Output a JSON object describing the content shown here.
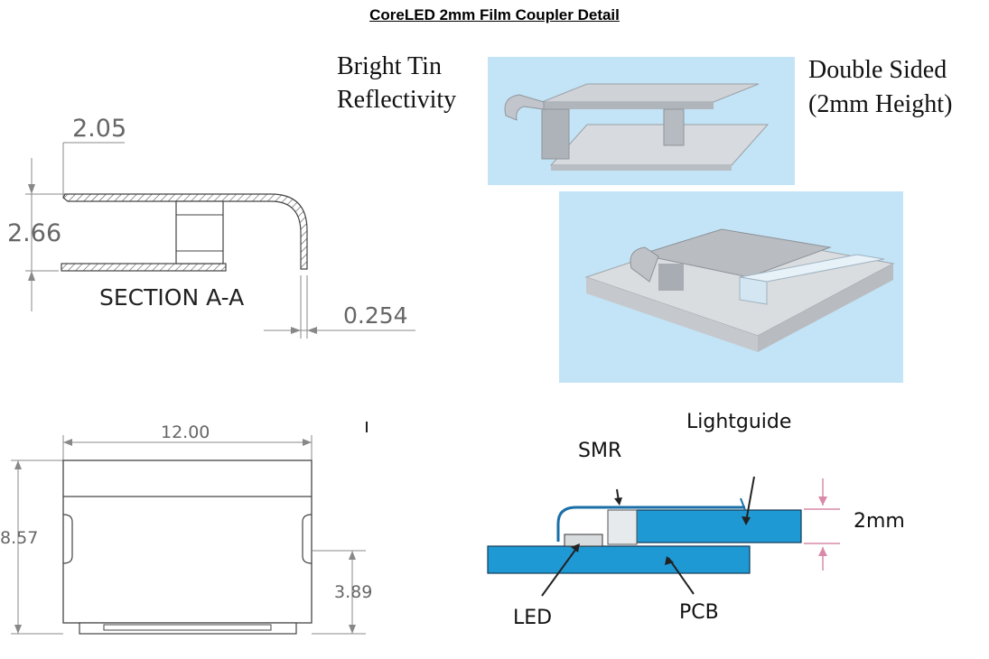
{
  "title": "CoreLED 2mm Film Coupler Detail",
  "section": {
    "label": "SECTION A-A",
    "dim_top": "2.05",
    "dim_height": "2.66",
    "dim_thickness": "0.254"
  },
  "render_top": {
    "label_line1": "Bright Tin",
    "label_line2": "Reflectivity",
    "right_line1": "Double Sided",
    "right_line2": "(2mm Height)"
  },
  "plan_view": {
    "width": "12.00",
    "height": "8.57",
    "slot_offset": "3.89"
  },
  "cross_section": {
    "smr": "SMR",
    "lightguide": "Lightguide",
    "led": "LED",
    "pcb": "PCB",
    "height": "2mm"
  },
  "colors": {
    "render_bg": "#bfe3f7",
    "pcb_blue": "#1f99d4",
    "dim_pink": "#d98aa8"
  }
}
